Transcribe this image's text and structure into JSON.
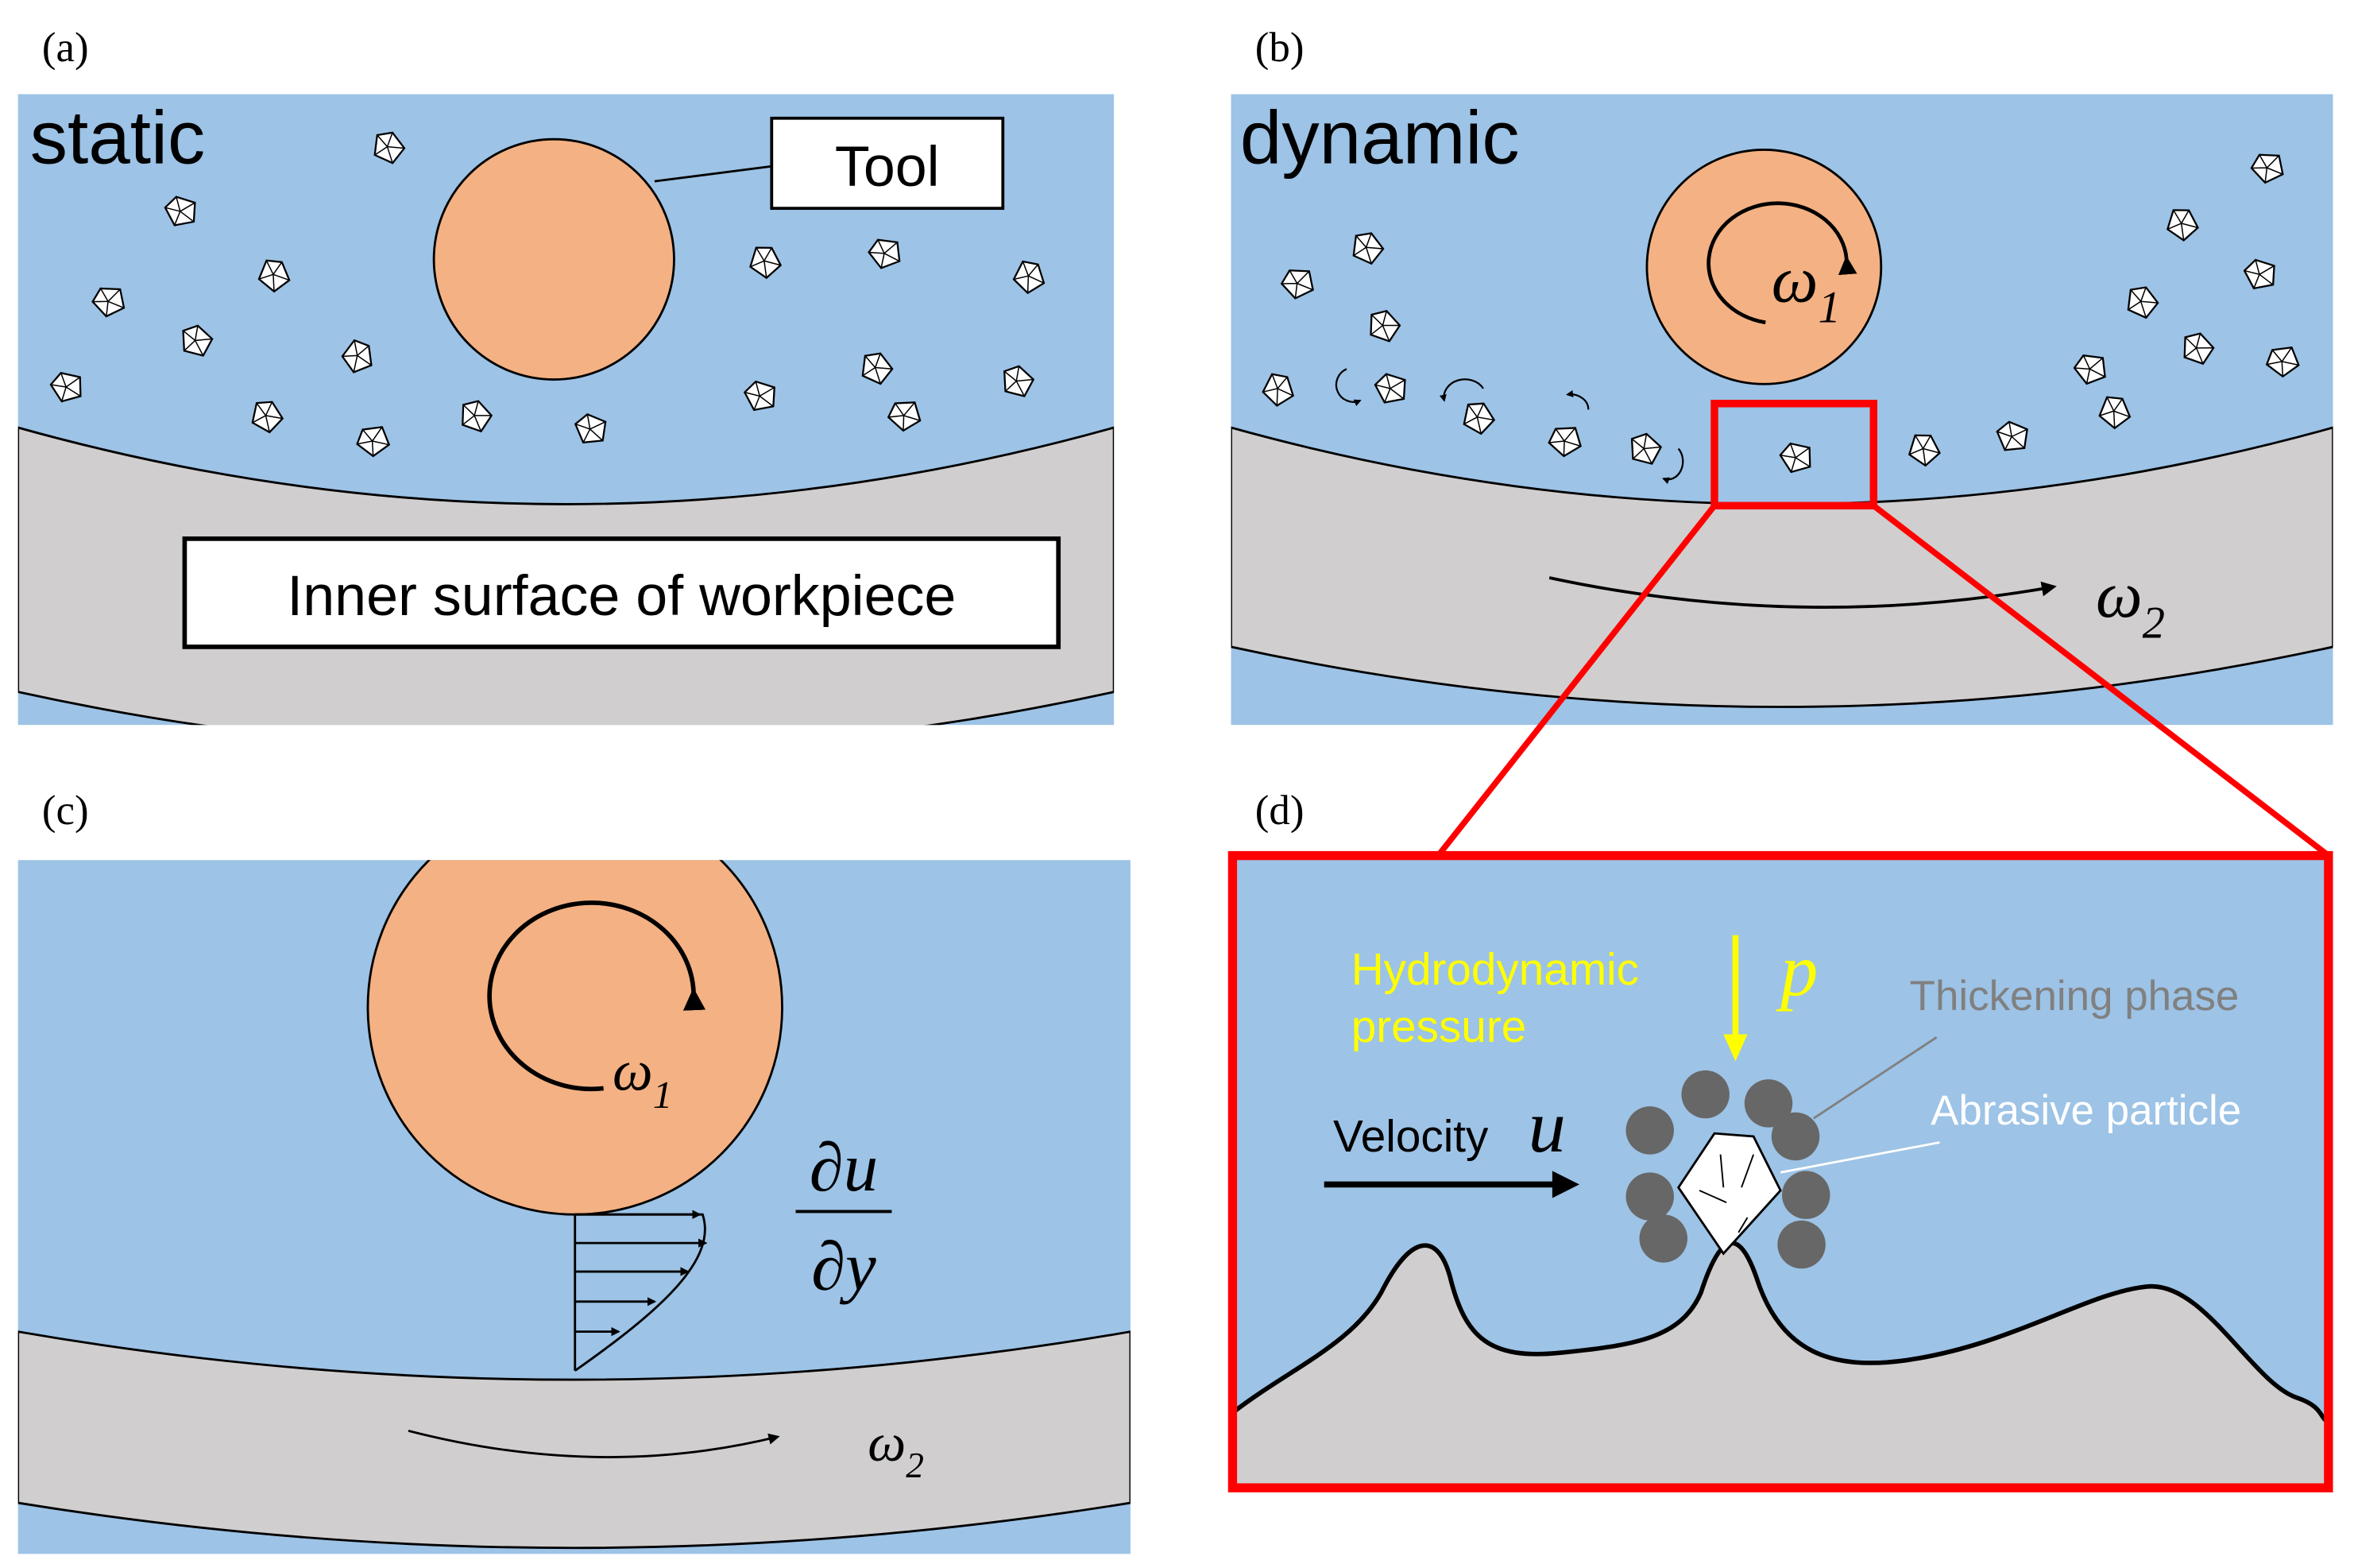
{
  "panels": {
    "a": {
      "label": "(a)",
      "state_text": "static",
      "tool_callout": "Tool",
      "workpiece_callout": "Inner surface of workpiece"
    },
    "b": {
      "label": "(b)",
      "state_text": "dynamic",
      "tool_speed": "ω",
      "tool_speed_sub": "1",
      "workpiece_speed": "ω",
      "workpiece_speed_sub": "2"
    },
    "c": {
      "label": "(c)",
      "tool_speed": "ω",
      "tool_speed_sub": "1",
      "workpiece_speed": "ω",
      "workpiece_speed_sub": "2",
      "gradient_numerator": "∂u",
      "gradient_denominator": "∂y"
    },
    "d": {
      "label": "(d)",
      "pressure_line1": "Hydrodynamic",
      "pressure_line2": "pressure",
      "pressure_symbol": "p",
      "velocity_text": "Velocity",
      "velocity_symbol": "u",
      "thickening_label": "Thickening phase",
      "abrasive_label": "Abrasive particle"
    }
  },
  "colors": {
    "fluid": "#9dc3e6",
    "tool": "#f4b183",
    "workpiece": "#d0cece",
    "highlight": "#ff0000",
    "pressure": "#ffff00",
    "thickening": "#676767",
    "leader_gray": "#808080"
  }
}
